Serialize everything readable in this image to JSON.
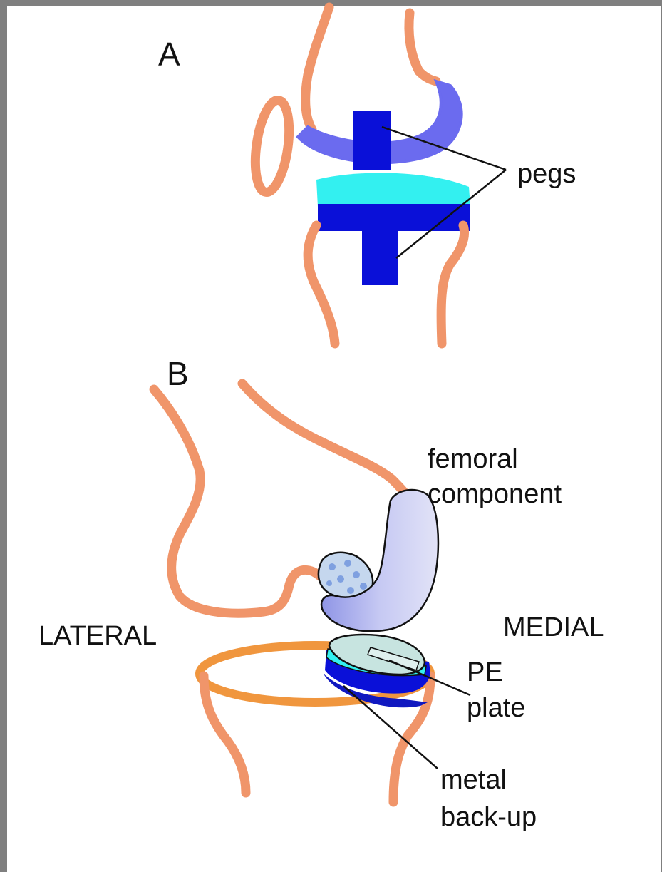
{
  "panels": {
    "a_label": "A",
    "b_label": "B"
  },
  "labels": {
    "pegs": "pegs",
    "femoral_line1": "femoral",
    "femoral_line2": "component",
    "lateral": "LATERAL",
    "medial": "MEDIAL",
    "pe_line1": "PE",
    "pe_line2": "plate",
    "metal_line1": "metal",
    "metal_line2": "back-up"
  },
  "colors": {
    "bone": "#f0956a",
    "femoral_a": "#6b6bef",
    "peg": "#0a10d8",
    "pe_plate_a": "#33f0f0",
    "femoral_b": "#b9bdf2",
    "pe_plate_b": "#c7e4e0",
    "metal_backup": "#0a10d8",
    "tibia_ring": "#f0963e",
    "background": "#ffffff",
    "frame": "#7f7f7f"
  }
}
